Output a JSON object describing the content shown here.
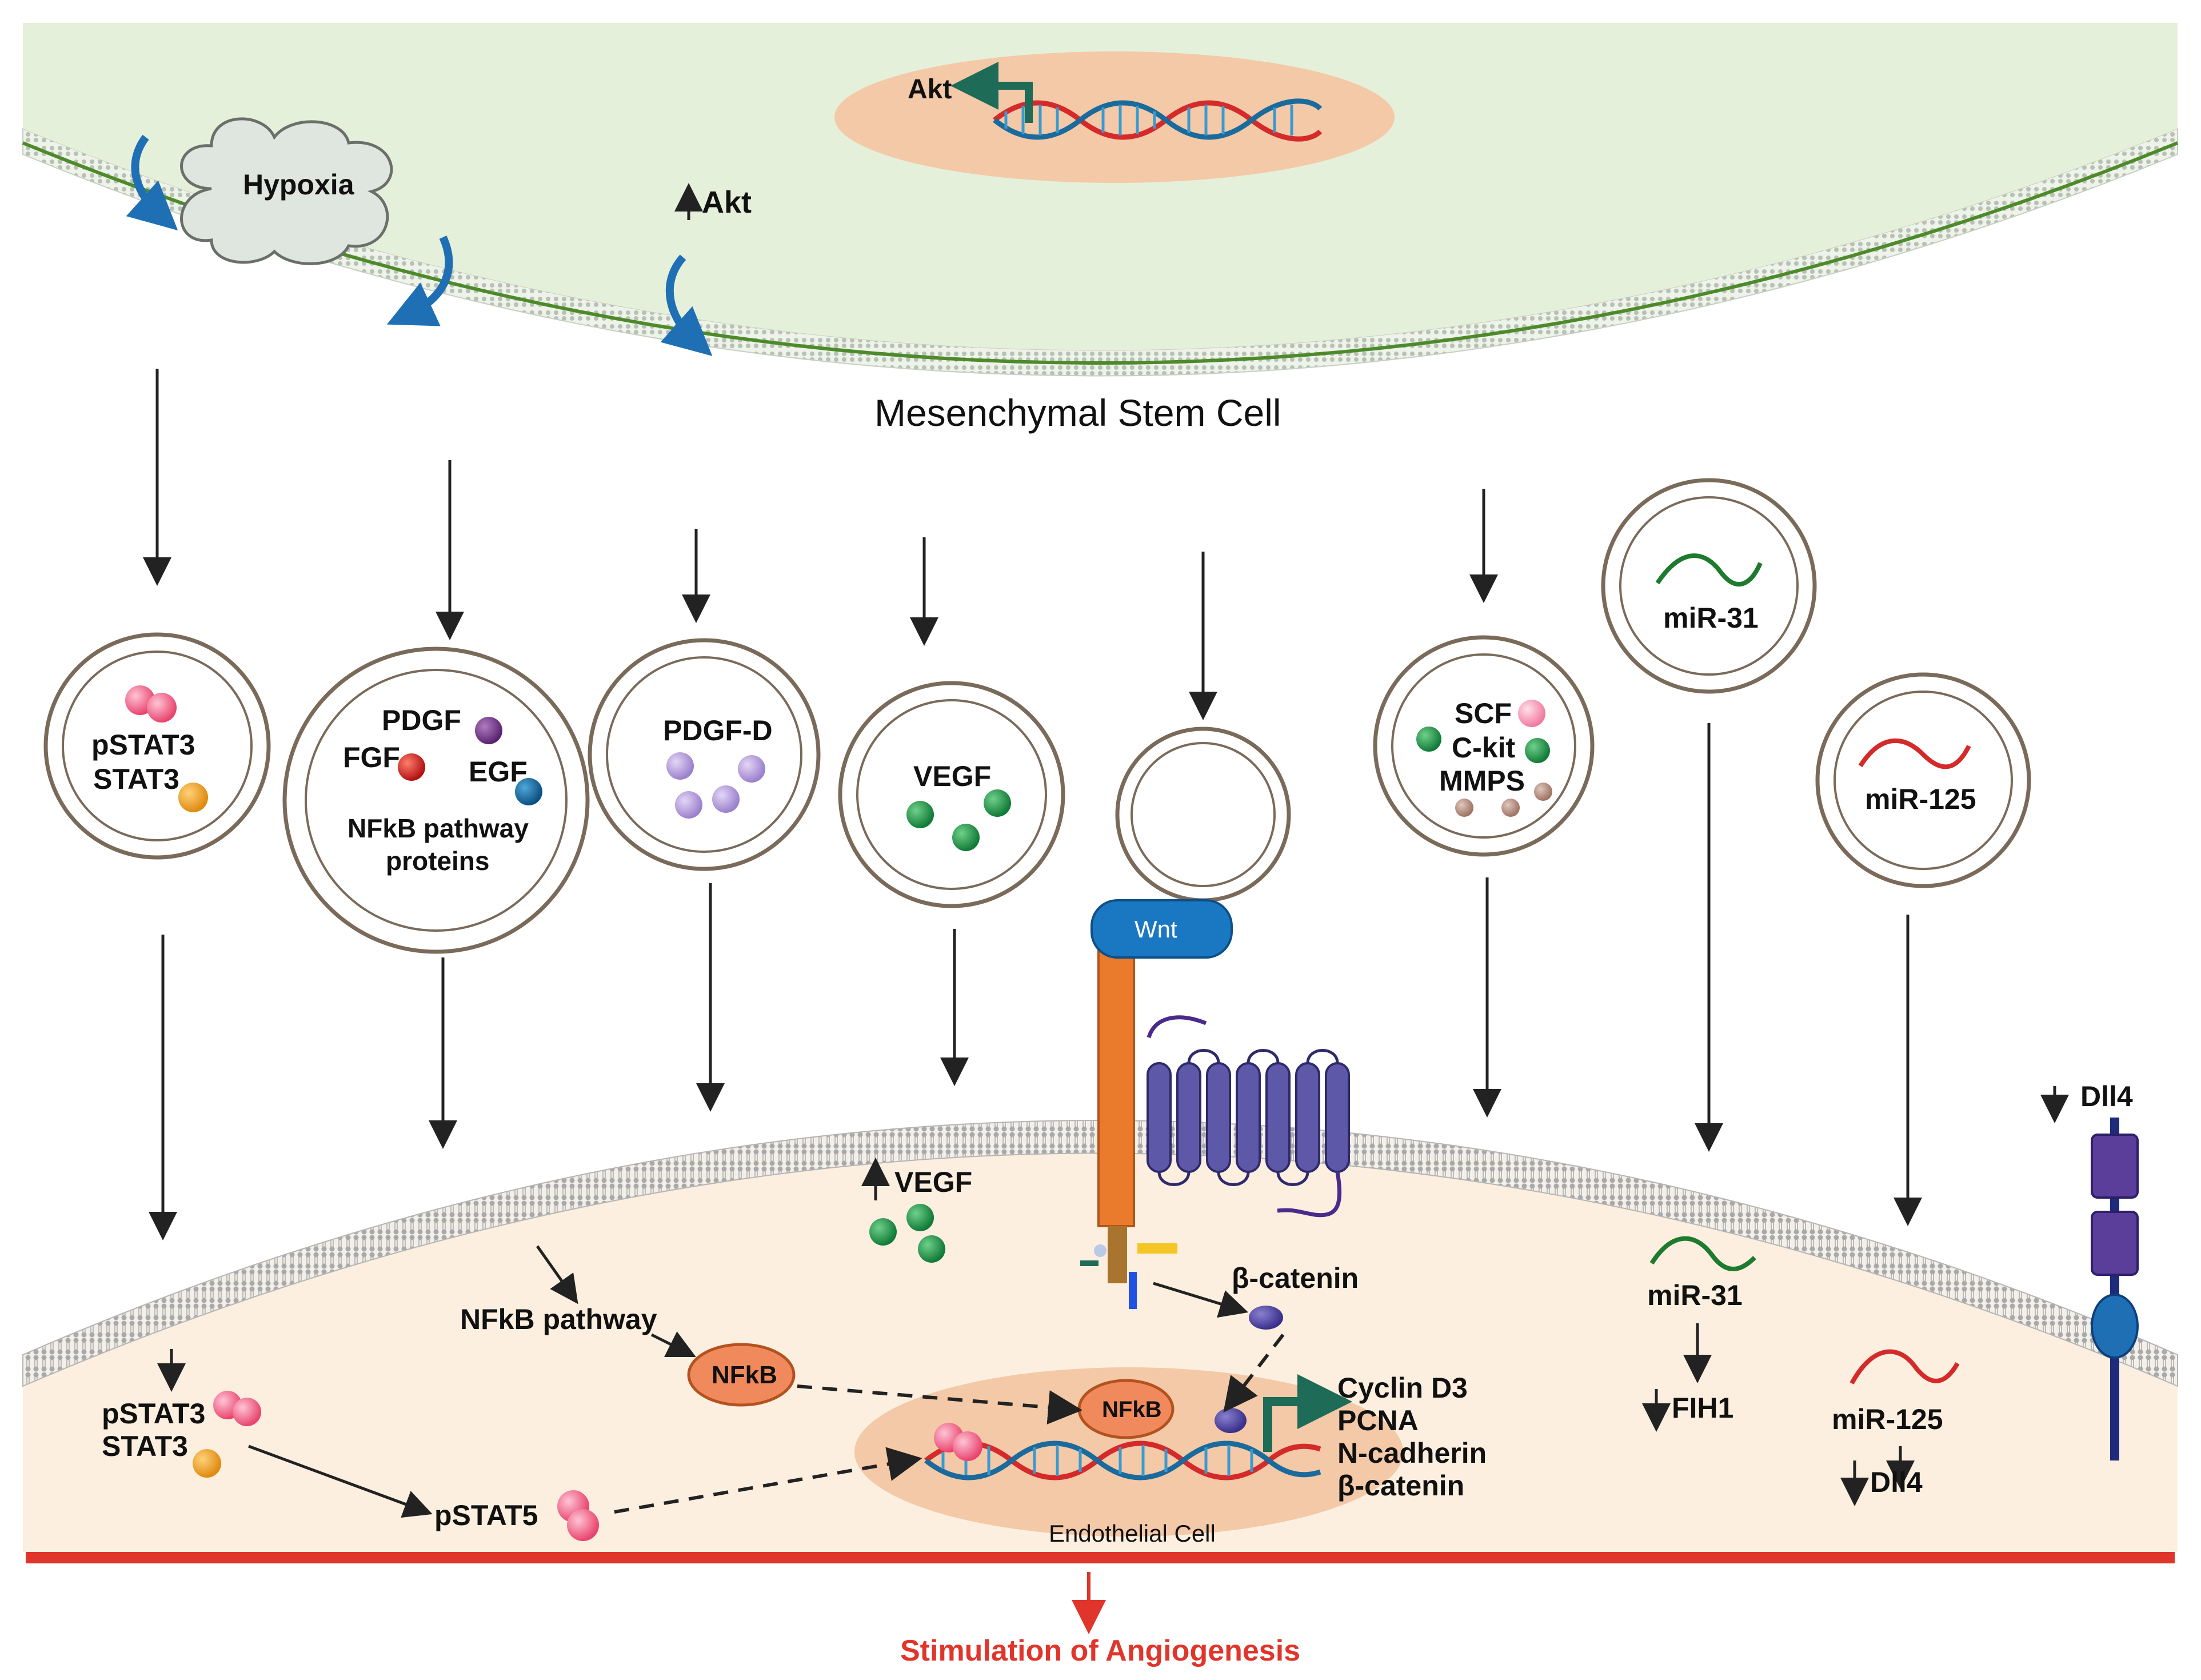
{
  "cells": {
    "msc": "Mesenchymal Stem Cell",
    "endothelial": "Endothelial Cell"
  },
  "msc_nucleus": {
    "akt_gene": "Akt"
  },
  "hypoxia": "Hypoxia",
  "akt_up": "Akt",
  "vesicles": {
    "stat": {
      "line1": "pSTAT3",
      "line2": "STAT3"
    },
    "growth": {
      "pdgf": "PDGF",
      "fgf": "FGF",
      "egf": "EGF",
      "nfkb1": "NFkB pathway",
      "nfkb2": "proteins"
    },
    "pdgfd": "PDGF-D",
    "vegf": "VEGF",
    "scf": {
      "scf": "SCF",
      "ckit": "C-kit",
      "mmps": "MMPS"
    },
    "mir31": "miR-31",
    "mir125": "miR-125"
  },
  "receptor": {
    "wnt": "Wnt",
    "beta_catenin": "β-catenin"
  },
  "endo_contents": {
    "vegf_up": "VEGF",
    "nfkb_pathway": "NFkB pathway",
    "nfkb": "NFkB",
    "nfkb_nucleus": "NFkB",
    "pstat3": "pSTAT3",
    "stat3": "STAT3",
    "pstat5": "pSTAT5",
    "targets": [
      "Cyclin D3",
      "PCNA",
      "N-cadherin",
      "β-catenin"
    ],
    "mir31": "miR-31",
    "fih1": "FIH1",
    "mir125": "miR-125",
    "dll4_low": "Dll4",
    "dll4_receptor": "Dll4"
  },
  "outcome": "Stimulation of Angiogenesis",
  "colors": {
    "msc_fill": "#e5f0da",
    "endo_fill": "#fcefdf",
    "outcome_red": "#e0352b",
    "nfkb_orange": "#f08a5d",
    "dna_red": "#d42a2a",
    "dna_blue": "#1b6a9c"
  }
}
